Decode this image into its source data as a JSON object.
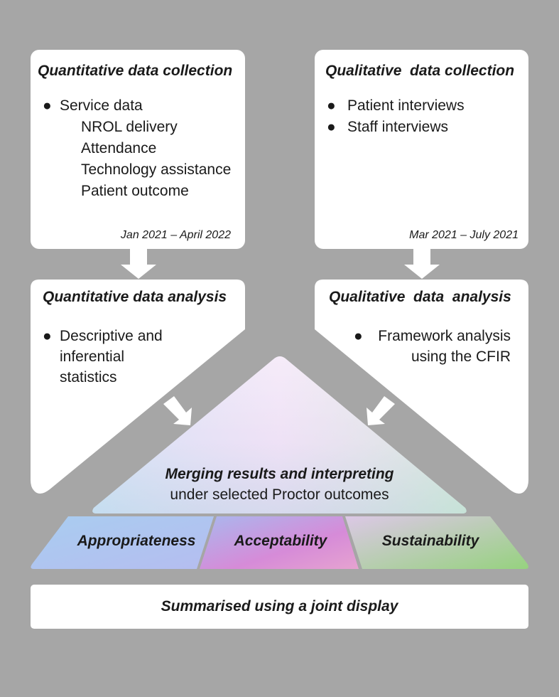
{
  "quant_collection": {
    "title": "Quantitative data collection",
    "bullet": "Service data",
    "subitems": [
      "NROL delivery",
      "Attendance",
      "Technology assistance",
      "Patient outcome"
    ],
    "dates": "Jan 2021 – April 2022"
  },
  "qual_collection": {
    "title": "Qualitative  data collection",
    "bullets": [
      "Patient interviews",
      "Staff interviews"
    ],
    "dates": "Mar 2021 – July 2021"
  },
  "quant_analysis": {
    "title": "Quantitative data analysis",
    "bullet_lines": [
      "Descriptive and",
      "inferential",
      "statistics"
    ]
  },
  "qual_analysis": {
    "title": "Qualitative  data  analysis",
    "bullet_lines": [
      "Framework analysis",
      "using the CFIR"
    ]
  },
  "merge": {
    "title": "Merging results and interpreting",
    "subtitle": "under selected Proctor outcomes"
  },
  "outcomes": [
    "Appropriateness",
    "Acceptability",
    "Sustainability"
  ],
  "summary": "Summarised using a joint display",
  "colors": {
    "background": "#a6a6a6",
    "box": "#ffffff",
    "blue": "#a9c8ec",
    "magenta": "#d68bd8",
    "green": "#a3d48a"
  }
}
